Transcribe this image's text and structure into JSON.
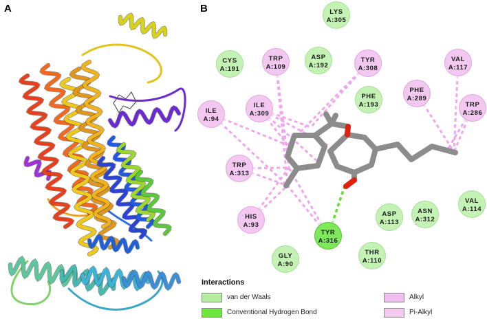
{
  "panels": {
    "a": "A",
    "b": "B"
  },
  "colors": {
    "vdw_fill": "#c4f2b4",
    "vdw_edge": "#a6e096",
    "hbond_fill": "#7ee85a",
    "hbond_edge": "#55c136",
    "alkyl_fill": "#f2c8f0",
    "alkyl_edge": "#dfa6dc",
    "alkyl_line": "#f0a6ee",
    "hbond_line": "#66dd33",
    "ligand": "#8c8c8c",
    "oxygen": "#dd2211"
  },
  "residues": [
    {
      "id": "lys305",
      "name": "LYS",
      "num": "A:305",
      "type": "vdw"
    },
    {
      "id": "cys191",
      "name": "CYS",
      "num": "A:191",
      "type": "vdw"
    },
    {
      "id": "trp109",
      "name": "TRP",
      "num": "A:109",
      "type": "alkyl"
    },
    {
      "id": "asp192",
      "name": "ASP",
      "num": "A:192",
      "type": "vdw"
    },
    {
      "id": "tyr308",
      "name": "TYR",
      "num": "A:308",
      "type": "alkyl"
    },
    {
      "id": "val117",
      "name": "VAL",
      "num": "A:117",
      "type": "alkyl"
    },
    {
      "id": "phe193",
      "name": "PHE",
      "num": "A:193",
      "type": "vdw"
    },
    {
      "id": "phe289",
      "name": "PHE",
      "num": "A:289",
      "type": "alkyl"
    },
    {
      "id": "ile309",
      "name": "ILE",
      "num": "A:309",
      "type": "alkyl"
    },
    {
      "id": "ile94",
      "name": "ILE",
      "num": "A:94",
      "type": "alkyl"
    },
    {
      "id": "trp286",
      "name": "TRP",
      "num": "A:286",
      "type": "alkyl"
    },
    {
      "id": "trp313",
      "name": "TRP",
      "num": "A:313",
      "type": "alkyl"
    },
    {
      "id": "val114",
      "name": "VAL",
      "num": "A:114",
      "type": "vdw"
    },
    {
      "id": "his93",
      "name": "HIS",
      "num": "A:93",
      "type": "alkyl"
    },
    {
      "id": "asp113",
      "name": "ASP",
      "num": "A:113",
      "type": "vdw"
    },
    {
      "id": "asn312",
      "name": "ASN",
      "num": "A:312",
      "type": "vdw"
    },
    {
      "id": "tyr316",
      "name": "TYR",
      "num": "A:316",
      "type": "hbond"
    },
    {
      "id": "gly90",
      "name": "GLY",
      "num": "A:90",
      "type": "vdw"
    },
    {
      "id": "thr110",
      "name": "THR",
      "num": "A:110",
      "type": "vdw"
    }
  ],
  "legend": {
    "title": "Interactions",
    "vdw": "van der Waals",
    "hbond": "Conventional Hydrogen Bond",
    "alkyl": "Alkyl",
    "pialkyl": "Pi-Alkyl"
  }
}
